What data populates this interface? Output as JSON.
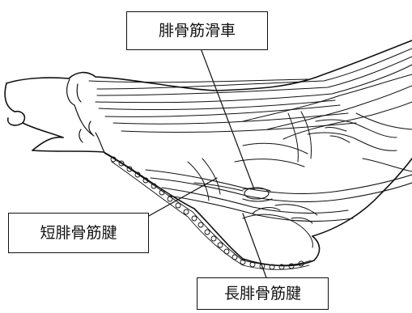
{
  "labels": {
    "peroneal_trochlea": "腓骨筋滑車",
    "peroneus_brevis_tendon": "短腓骨筋腱",
    "peroneus_longus_tendon": "長腓骨筋腱"
  },
  "colors": {
    "line": "#111111",
    "background": "#ffffff"
  }
}
